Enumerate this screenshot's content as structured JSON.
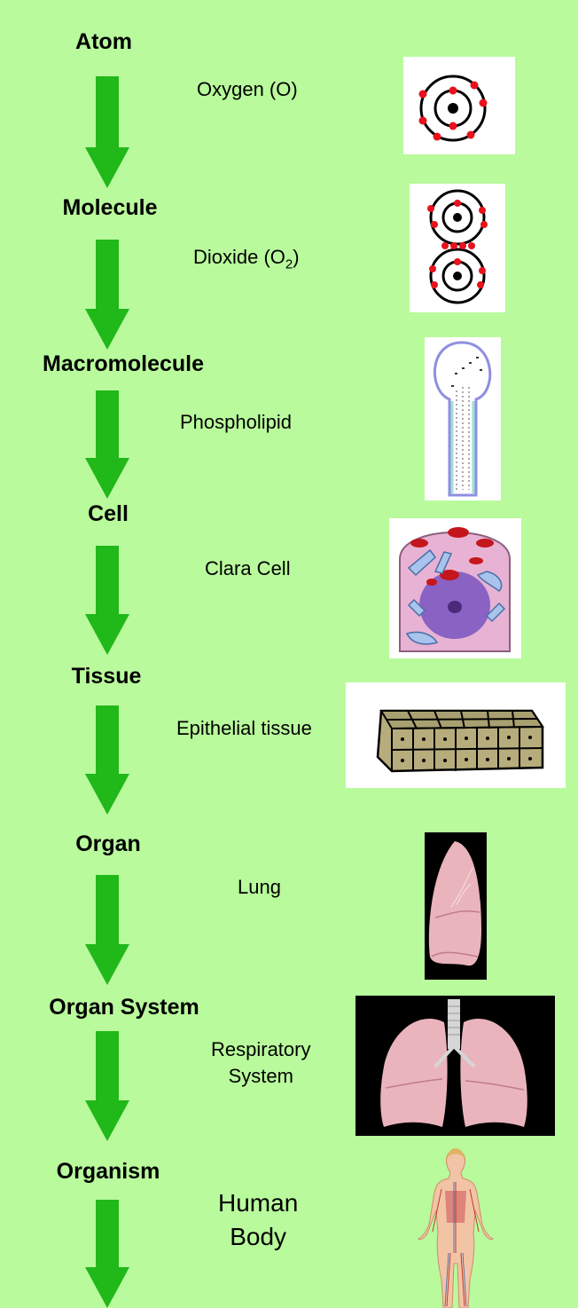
{
  "diagram": {
    "levels": [
      {
        "name": "Atom",
        "example": "Oxygen  (O)"
      },
      {
        "name": "Molecule",
        "example": "Dioxide  (O",
        "example_sub": "2",
        "example_tail": ")"
      },
      {
        "name": "Macromolecule",
        "example": "Phospholipid"
      },
      {
        "name": "Cell",
        "example": "Clara Cell"
      },
      {
        "name": "Tissue",
        "example": "Epithelial tissue"
      },
      {
        "name": "Organ",
        "example": "Lung"
      },
      {
        "name": "Organ System",
        "example_line1": "Respiratory",
        "example_line2": "System"
      },
      {
        "name": "Organism",
        "example_line1": "Human",
        "example_line2": "Body"
      }
    ],
    "colors": {
      "background": "#b9fa9c",
      "arrow": "#21b81a",
      "electron": "#e8121c"
    }
  }
}
